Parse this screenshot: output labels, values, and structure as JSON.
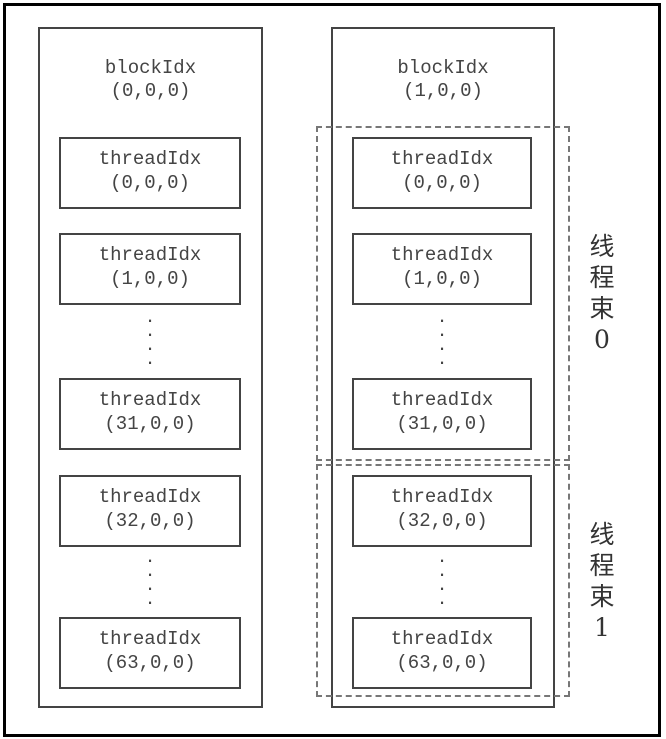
{
  "blocks": [
    {
      "label": "blockIdx",
      "index": "(0,0,0)",
      "threads": [
        {
          "label": "threadIdx",
          "index": "(0,0,0)"
        },
        {
          "label": "threadIdx",
          "index": "(1,0,0)"
        },
        {
          "label": "threadIdx",
          "index": "(31,0,0)"
        },
        {
          "label": "threadIdx",
          "index": "(32,0,0)"
        },
        {
          "label": "threadIdx",
          "index": "(63,0,0)"
        }
      ]
    },
    {
      "label": "blockIdx",
      "index": "(1,0,0)",
      "threads": [
        {
          "label": "threadIdx",
          "index": "(0,0,0)"
        },
        {
          "label": "threadIdx",
          "index": "(1,0,0)"
        },
        {
          "label": "threadIdx",
          "index": "(31,0,0)"
        },
        {
          "label": "threadIdx",
          "index": "(32,0,0)"
        },
        {
          "label": "threadIdx",
          "index": "(63,0,0)"
        }
      ]
    }
  ],
  "warps": [
    {
      "chars": [
        "线",
        "程",
        "束",
        "0"
      ]
    },
    {
      "chars": [
        "线",
        "程",
        "束",
        "1"
      ]
    }
  ],
  "ellipsis": "⋮"
}
